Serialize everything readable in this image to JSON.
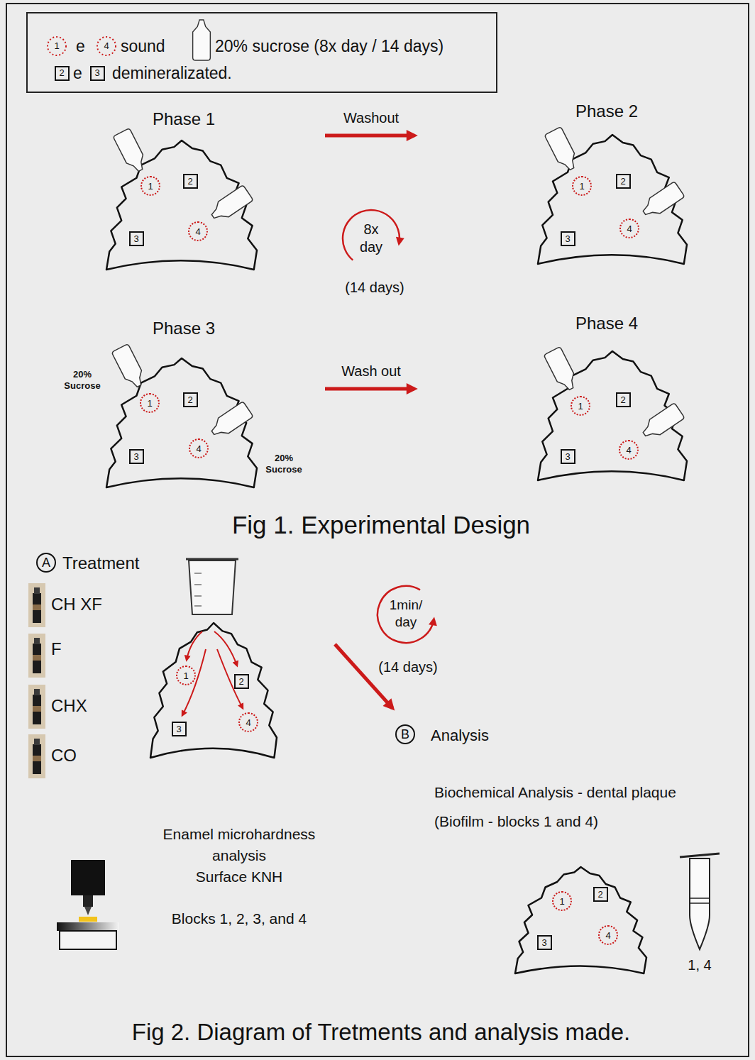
{
  "diagram": {
    "nodes": [
      {
        "text": [
          "1"
        ]
      },
      {
        "text": [
          "2"
        ]
      },
      {
        "text": [
          "3"
        ]
      },
      {
        "text": [
          "4"
        ]
      },
      {
        "text": [
          "1"
        ]
      },
      {
        "text": [
          "2"
        ]
      },
      {
        "text": [
          "3"
        ]
      },
      {
        "text": [
          "4"
        ]
      },
      {
        "text": [
          "1"
        ]
      },
      {
        "text": [
          "2"
        ]
      },
      {
        "text": [
          "3"
        ]
      },
      {
        "text": [
          "4"
        ]
      },
      {
        "text": [
          "1"
        ]
      },
      {
        "text": [
          "2"
        ]
      },
      {
        "text": [
          "3"
        ]
      },
      {
        "text": [
          "4"
        ]
      },
      {
        "text": [
          "A"
        ]
      },
      {
        "text": [
          "1"
        ]
      },
      {
        "text": [
          "2"
        ]
      },
      {
        "text": [
          "3"
        ]
      },
      {
        "text": [
          "4"
        ]
      },
      {
        "text": [
          "B"
        ]
      },
      {
        "text": [
          "1"
        ]
      },
      {
        "text": [
          "2"
        ]
      },
      {
        "text": [
          "3"
        ]
      },
      {
        "text": [
          "4"
        ]
      }
    ],
    "labels": [
      "1",
      "4",
      "2",
      "3",
      "Phase 1",
      "Washout",
      "Phase 2",
      "8x day",
      "(14 days)",
      "Phase 3",
      "20% Sucrose",
      "20% Sucrose",
      "Wash out",
      "Phase 4",
      "Fig 1. Experimental Design",
      "Treatment",
      "CH XF",
      "F",
      "CHX",
      "CO",
      "1min/ day",
      "(14 days)",
      "Analysis",
      "Enamel microhardness analysis",
      "Surface KNH",
      "Blocks 1, 2, 3, and 4",
      "Biochemical Analysis - dental plaque",
      "(Biofilm - blocks 1 and 4)",
      "1, 4",
      "Fig 2. Diagram of Tretments and analysis made."
    ],
    "legend": [
      {
        "text": "e"
      },
      {
        "text": "sound"
      },
      {
        "text": "20% sucrose (8x day / 14 days)"
      },
      {
        "text": "e"
      },
      {
        "text": "demineralizated."
      }
    ]
  }
}
